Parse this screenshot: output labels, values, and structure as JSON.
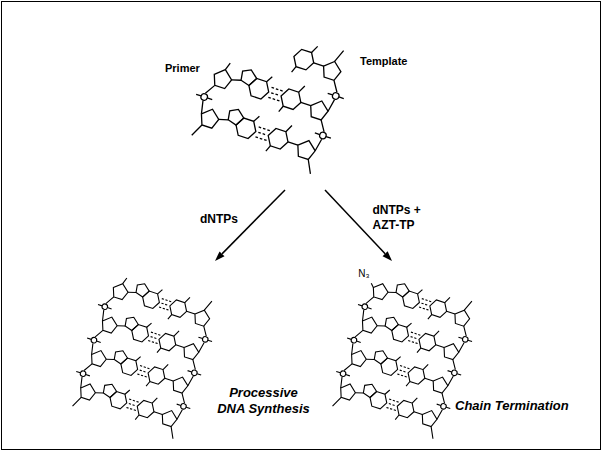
{
  "diagram": {
    "nodes": [
      {
        "text": [
          "Primer",
          "Template"
        ]
      },
      {
        "text": [
          "Processive DNA Synthesis"
        ]
      },
      {
        "text": [
          "Chain Termination"
        ]
      }
    ],
    "edges": [
      {
        "from": 0,
        "to": 1,
        "arrow": "to",
        "label": "dNTPs"
      },
      {
        "from": 0,
        "to": 2,
        "arrow": "to",
        "label": "dNTPs + AZT-TP"
      }
    ],
    "labels": [
      "N₃"
    ]
  }
}
